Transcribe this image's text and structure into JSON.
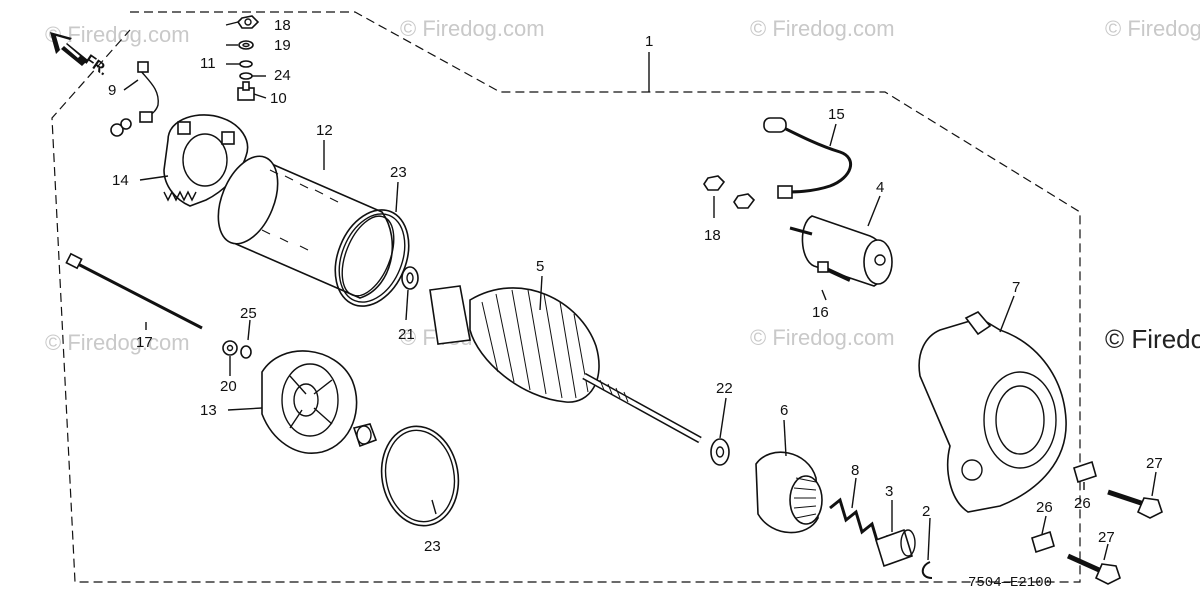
{
  "direction": {
    "label": "FR.",
    "icon": "forward-arrow-icon"
  },
  "diagram_code": "7504—E2100",
  "watermarks": [
    "© Firedog.com",
    "© Firedog.com",
    "© Firedog.com",
    "© Firedog.com",
    "© Firedog.com",
    "© Firedog.com",
    "© Firedog.com"
  ],
  "watermark_right": "© Firedo",
  "callouts": {
    "c1": "1",
    "c2": "2",
    "c3": "3",
    "c4": "4",
    "c5": "5",
    "c6": "6",
    "c7": "7",
    "c8": "8",
    "c9": "9",
    "c10": "10",
    "c11": "11",
    "c12": "12",
    "c13": "13",
    "c14": "14",
    "c15": "15",
    "c16": "16",
    "c17": "17",
    "c18a": "18",
    "c18b": "18",
    "c19": "19",
    "c20": "20",
    "c21": "21",
    "c22": "22",
    "c23a": "23",
    "c23b": "23",
    "c24": "24",
    "c25": "25",
    "c26a": "26",
    "c26b": "26",
    "c27a": "27",
    "c27b": "27"
  }
}
